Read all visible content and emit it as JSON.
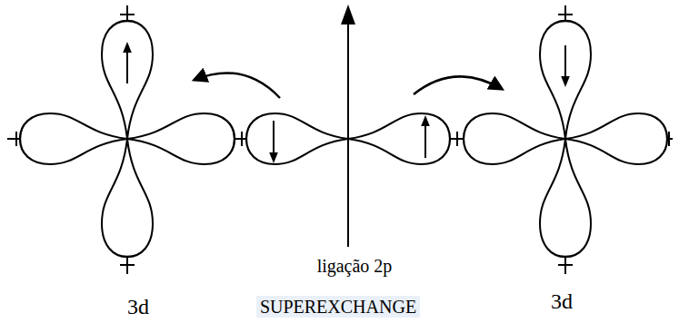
{
  "diagram": {
    "labels": [
      "ligação 2p",
      "3d",
      "SUPEREXCHANGE",
      "3d"
    ]
  }
}
